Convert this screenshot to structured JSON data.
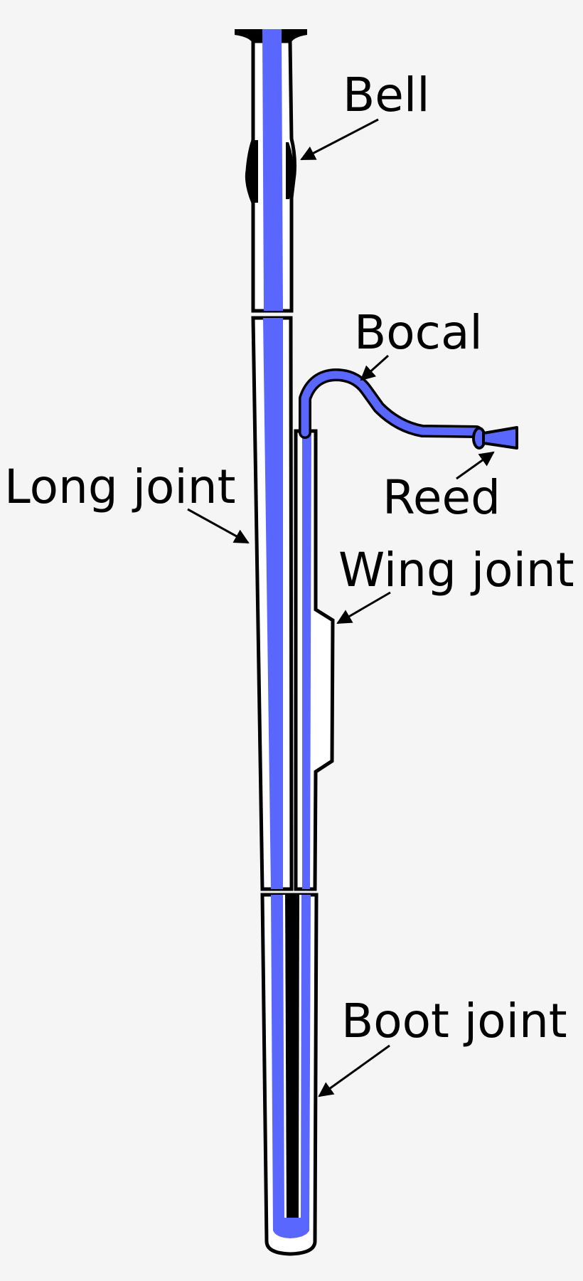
{
  "labels": {
    "bell": "Bell",
    "bocal": "Bocal",
    "reed": "Reed",
    "long_joint": "Long joint",
    "wing_joint": "Wing joint",
    "boot_joint": "Boot joint"
  },
  "colors": {
    "background": "#f5f5f5",
    "bore": "#5a67ff",
    "body": "#ffffff",
    "outline": "#000000",
    "text": "#000000"
  }
}
